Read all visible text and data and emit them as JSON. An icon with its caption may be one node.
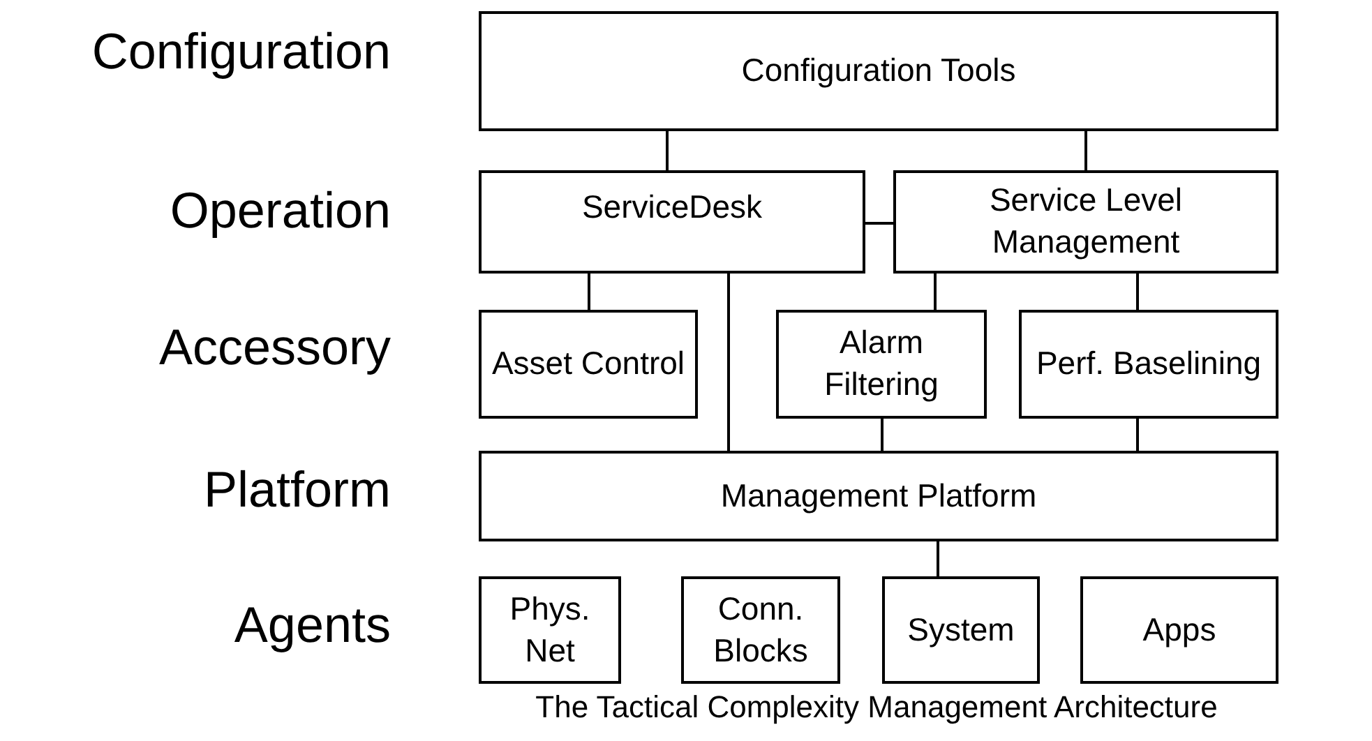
{
  "diagram": {
    "caption": "The Tactical Complexity Management Architecture",
    "nodes": [
      {
        "text": [
          "Configuration Tools"
        ]
      },
      {
        "text": [
          "ServiceDesk"
        ]
      },
      {
        "text": [
          "Service Level Management"
        ]
      },
      {
        "text": [
          "Asset Control"
        ]
      },
      {
        "text": [
          "Alarm Filtering"
        ]
      },
      {
        "text": [
          "Perf. Baselining"
        ]
      },
      {
        "text": [
          "Management Platform"
        ]
      },
      {
        "text": [
          "Phys. Net"
        ]
      },
      {
        "text": [
          "Conn. Blocks"
        ]
      },
      {
        "text": [
          "System"
        ]
      },
      {
        "text": [
          "Apps"
        ]
      }
    ],
    "edges": [
      {
        "from": 0,
        "to": 1,
        "arrow": "none"
      },
      {
        "from": 0,
        "to": 2,
        "arrow": "none"
      },
      {
        "from": 1,
        "to": 2,
        "arrow": "none"
      },
      {
        "from": 1,
        "to": 3,
        "arrow": "none"
      },
      {
        "from": 1,
        "to": 6,
        "arrow": "none"
      },
      {
        "from": 2,
        "to": 4,
        "arrow": "none"
      },
      {
        "from": 2,
        "to": 5,
        "arrow": "none"
      },
      {
        "from": 4,
        "to": 6,
        "arrow": "none"
      },
      {
        "from": 5,
        "to": 6,
        "arrow": "none"
      },
      {
        "from": 6,
        "to": 9,
        "arrow": "none"
      }
    ],
    "labels": [
      "Configuration",
      "Operation",
      "Accessory",
      "Platform",
      "Agents"
    ]
  }
}
